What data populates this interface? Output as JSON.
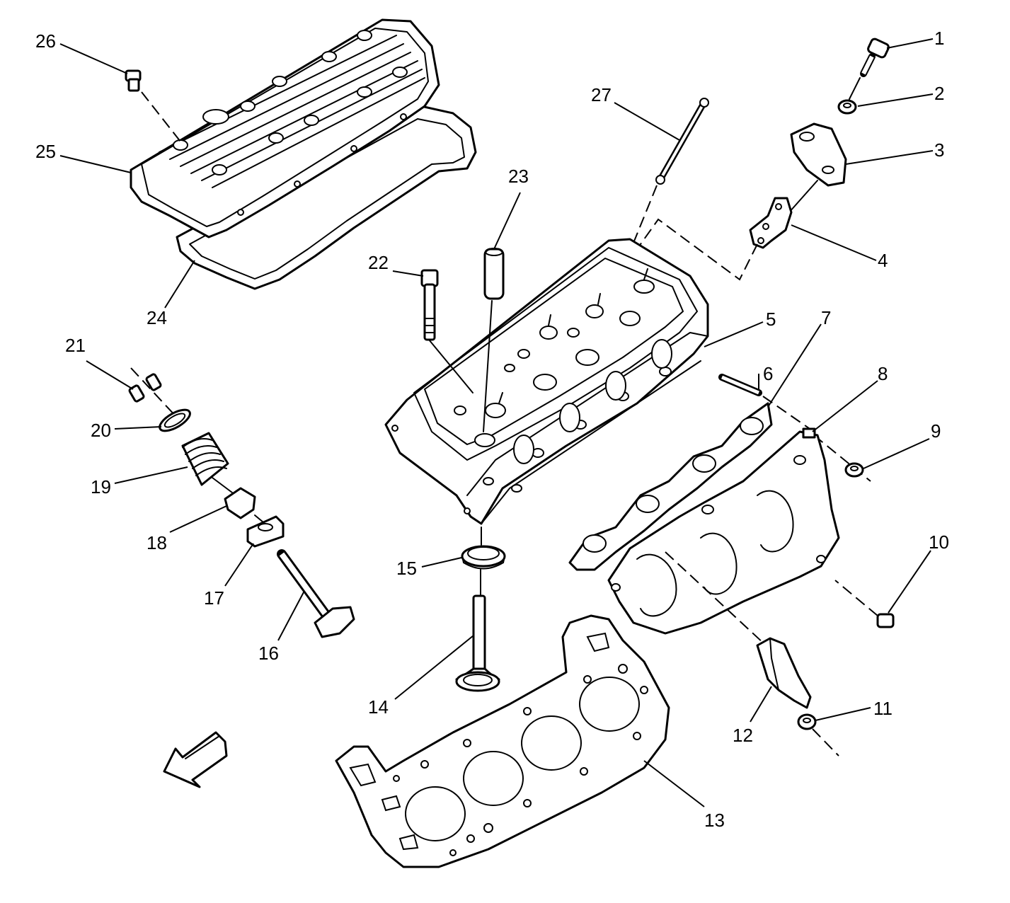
{
  "callouts": [
    {
      "id": "1",
      "label": "1"
    },
    {
      "id": "2",
      "label": "2"
    },
    {
      "id": "3",
      "label": "3"
    },
    {
      "id": "4",
      "label": "4"
    },
    {
      "id": "5",
      "label": "5"
    },
    {
      "id": "6",
      "label": "6"
    },
    {
      "id": "7",
      "label": "7"
    },
    {
      "id": "8",
      "label": "8"
    },
    {
      "id": "9",
      "label": "9"
    },
    {
      "id": "10",
      "label": "10"
    },
    {
      "id": "11",
      "label": "11"
    },
    {
      "id": "12",
      "label": "12"
    },
    {
      "id": "13",
      "label": "13"
    },
    {
      "id": "14",
      "label": "14"
    },
    {
      "id": "15",
      "label": "15"
    },
    {
      "id": "16",
      "label": "16"
    },
    {
      "id": "17",
      "label": "17"
    },
    {
      "id": "18",
      "label": "18"
    },
    {
      "id": "19",
      "label": "19"
    },
    {
      "id": "20",
      "label": "20"
    },
    {
      "id": "21",
      "label": "21"
    },
    {
      "id": "22",
      "label": "22"
    },
    {
      "id": "23",
      "label": "23"
    },
    {
      "id": "24",
      "label": "24"
    },
    {
      "id": "25",
      "label": "25"
    },
    {
      "id": "26",
      "label": "26"
    },
    {
      "id": "27",
      "label": "27"
    }
  ],
  "icons": {
    "front_arrow": "direction-arrow-icon"
  },
  "colors": {
    "line": "#000000",
    "background": "#ffffff"
  }
}
